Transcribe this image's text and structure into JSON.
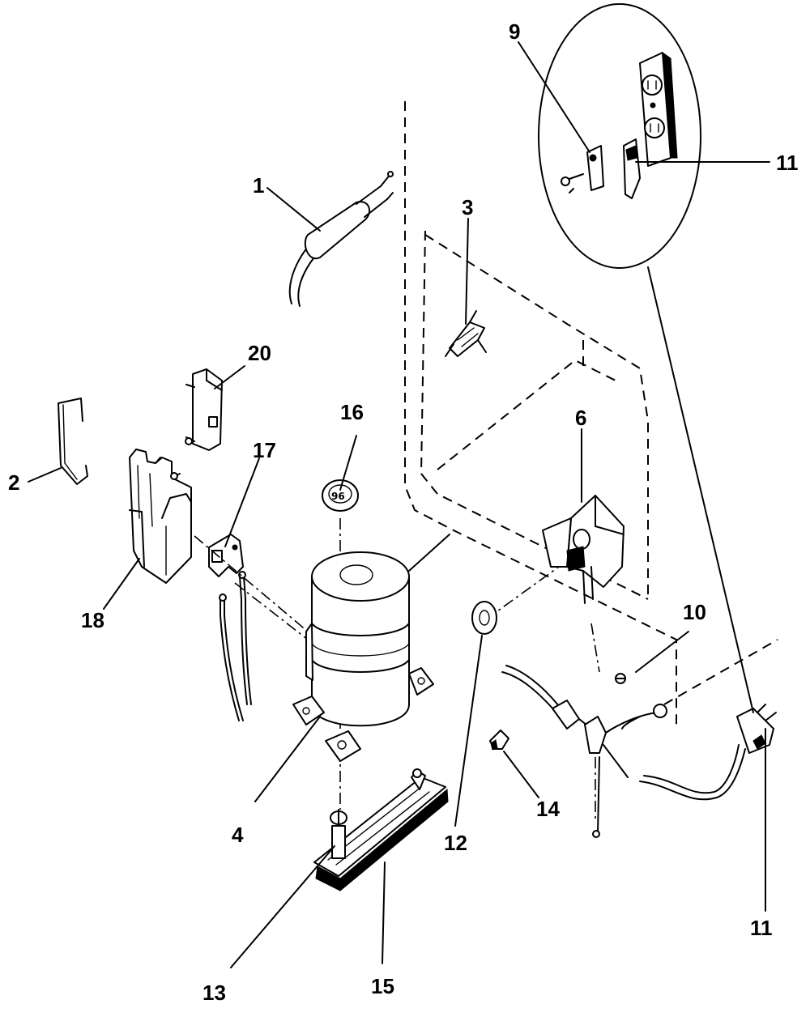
{
  "callouts": {
    "c1": "1",
    "c2": "2",
    "c3": "3",
    "c4": "4",
    "c6": "6",
    "c9": "9",
    "c10": "10",
    "c11a": "11",
    "c11b": "11",
    "c12": "12",
    "c13": "13",
    "c14": "14",
    "c15": "15",
    "c16": "16",
    "c17": "17",
    "c18": "18",
    "c20": "20"
  }
}
